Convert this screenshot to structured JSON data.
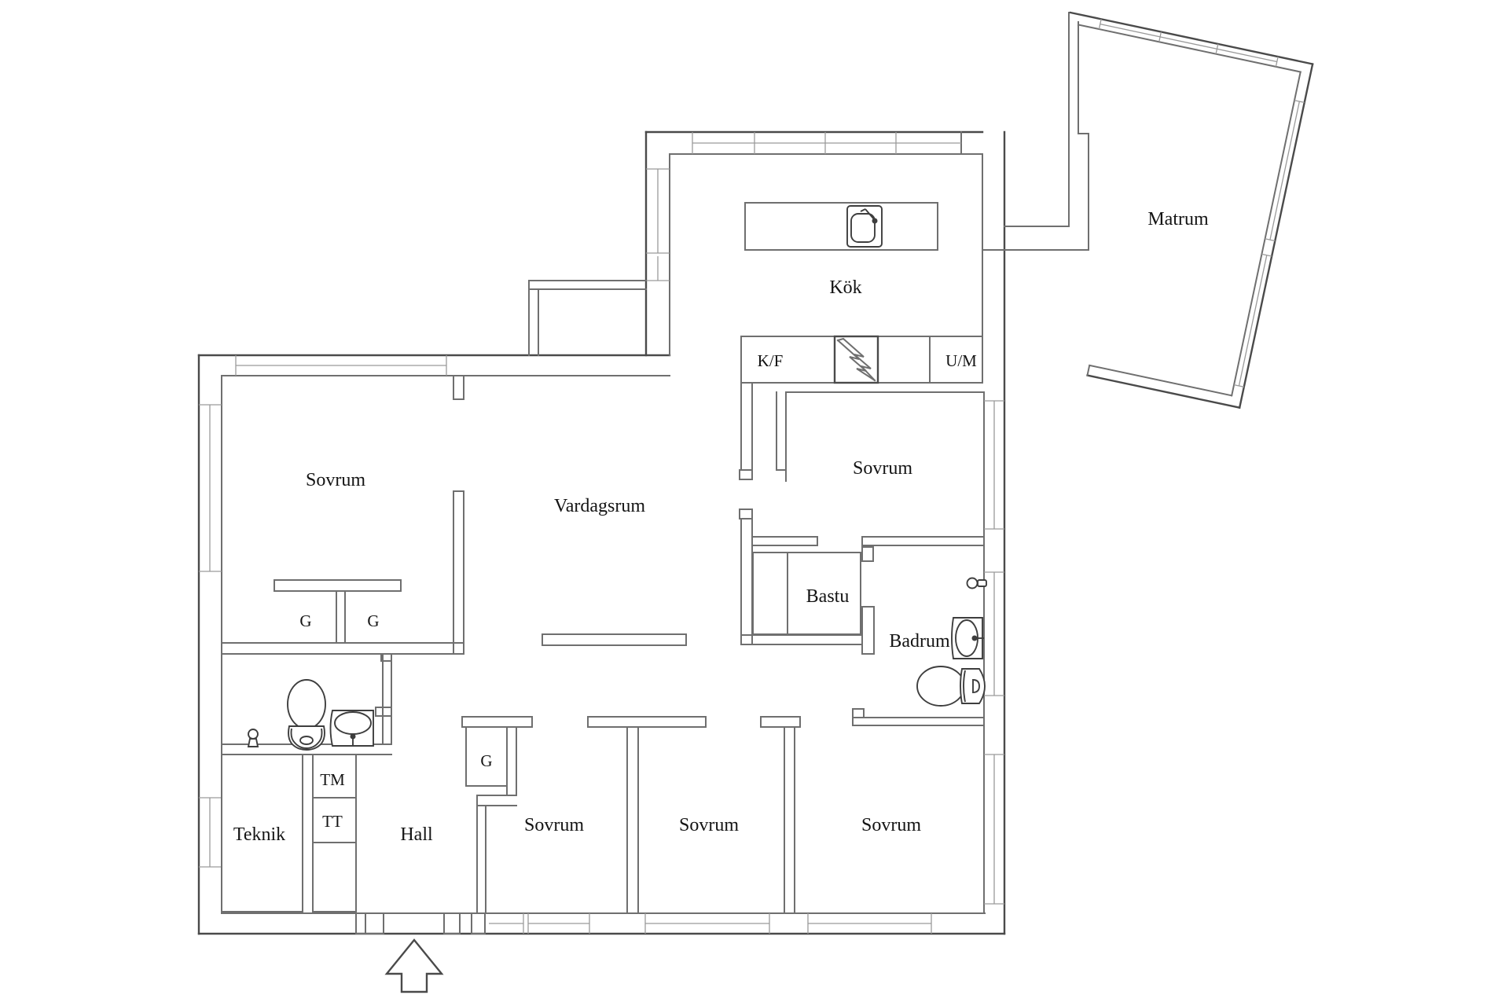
{
  "plan": {
    "rooms": {
      "matrum": "Matrum",
      "kok": "Kök",
      "kf": "K/F",
      "um": "U/M",
      "sovrum_ne": "Sovrum",
      "sovrum_nw": "Sovrum",
      "vardagsrum": "Vardagsrum",
      "bastu": "Bastu",
      "badrum": "Badrum",
      "g1": "G",
      "g2": "G",
      "g3": "G",
      "tm": "TM",
      "tt": "TT",
      "teknik": "Teknik",
      "hall": "Hall",
      "sovrum_s1": "Sovrum",
      "sovrum_s2": "Sovrum",
      "sovrum_s3": "Sovrum"
    },
    "fixtures": {
      "kitchen_island": "kitchen-island",
      "kitchen_sink": "kitchen-sink",
      "electrical_panel": "electrical-panel-lightning",
      "wc_toilet": "toilet",
      "wc_washbasin": "washbasin",
      "wc_roll_stand": "toilet-roll-stand",
      "sauna_bench": "sauna-bench",
      "shower_mixer": "shower-mixer",
      "bathroom_washbasin": "washbasin",
      "bathroom_toilet": "toilet",
      "sideboard": "sideboard",
      "entrance_arrow": "entrance-arrow"
    },
    "colors": {
      "background": "#ffffff",
      "wall": "#6f6f6f",
      "wall_dark": "#4a4a4a",
      "glazing": "#9a9a9a",
      "fixture": "#3e3e3e",
      "text": "#141414"
    }
  }
}
